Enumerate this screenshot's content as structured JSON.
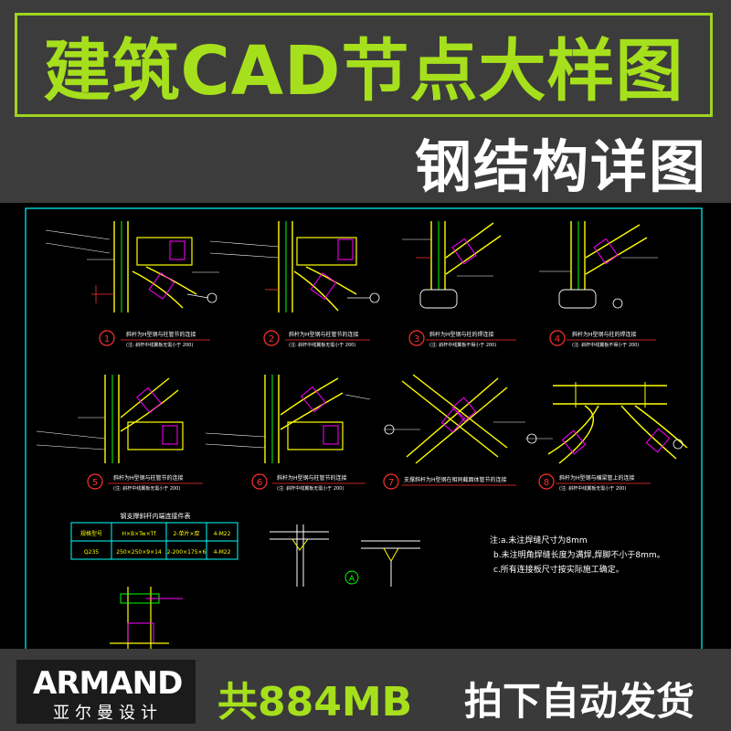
{
  "header": {
    "title": "建筑CAD节点大样图",
    "subtitle": "钢结构详图"
  },
  "drawing": {
    "details": [
      {
        "num": "1",
        "caption": "斜杆为H型钢与柱管节的连接",
        "note": "(注: 斜杆中线翼板无需小于 200)"
      },
      {
        "num": "2",
        "caption": "斜杆为H型钢与柱管节的连接",
        "note": "(注: 斜杆中线翼板无需小于 200)"
      },
      {
        "num": "3",
        "caption": "斜杆为H型钢与柱的焊连接",
        "note": "(注: 斜杆中线翼板不得小于 200)"
      },
      {
        "num": "4",
        "caption": "斜杆为H型钢与柱的焊连接",
        "note": "(注: 斜杆中线翼板不得小于 200)"
      },
      {
        "num": "5",
        "caption": "斜杆为H型钢与柱管节的连接",
        "note": "(注: 斜杆中线翼板无需小于 200)"
      },
      {
        "num": "6",
        "caption": "斜杆为H型钢与柱管节的连接",
        "note": "(注: 斜杆中线翼板无需小于 200)"
      },
      {
        "num": "7",
        "caption": "支撑斜杆为H型钢在相同截面体管节的连接",
        "note": ""
      },
      {
        "num": "8",
        "caption": "斜杆为H型钢与横梁管上的连接",
        "note": "(注: 斜杆中线翼板无需小于 200)"
      }
    ],
    "table": {
      "title": "钢支撑斜杆内端连接件表",
      "headers": [
        "规格型号",
        "H×B×Tw×Tf",
        "2-单片×厚",
        "4-M22"
      ],
      "row": [
        "Q235",
        "250×250×9×14",
        "2-200×175×6",
        "4-M22"
      ]
    },
    "section_label": "A",
    "notes": [
      "注:a.未注焊缝尺寸为8mm",
      "b.未注明角焊缝长度为满焊,焊脚不小于8mm。",
      "c.所有连接板尺寸按实际施工确定。"
    ]
  },
  "footer": {
    "logo_main": "ARMAND",
    "logo_sub": "亚尔曼设计",
    "size_text": "共884MB",
    "ship_text": "拍下自动发货"
  },
  "colors": {
    "accent_green": "#a6e01c",
    "cad_background": "#000000",
    "cad_yellow": "#ffff00",
    "cad_cyan": "#00ffff",
    "cad_red": "#ff3030",
    "cad_magenta": "#ff00ff"
  }
}
